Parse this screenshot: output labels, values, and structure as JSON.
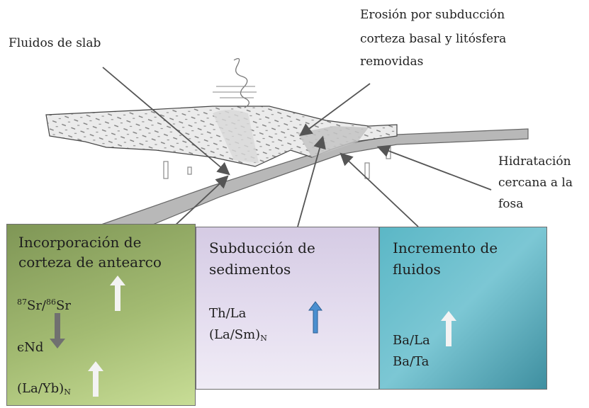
{
  "labels": {
    "slab_fluids": "Fluidos de slab",
    "erosion_line1": "Erosión por subducción",
    "erosion_line2": "corteza basal y  litósfera",
    "erosion_line3": "removidas",
    "hydration_line1": "Hidratación",
    "hydration_line2": "cercana a la",
    "hydration_line3": "fosa"
  },
  "boxes": [
    {
      "title_line1": "Incorporación de",
      "title_line2": "corteza de antearco",
      "proxies": [
        {
          "prefix_sup": "87",
          "mid": "Sr/",
          "mid_sup": "86",
          "suffix": "Sr",
          "trend": "up"
        },
        {
          "text": "ϵNd",
          "trend": "down"
        },
        {
          "text": "(La/Yb)",
          "sub": "N",
          "trend": "up"
        }
      ],
      "color_top": "#8a9a5b",
      "color_bottom": "#c0d690"
    },
    {
      "title_line1": "Subducción de",
      "title_line2": "sedimentos",
      "proxies": [
        {
          "text": "Th/La",
          "trend": "up"
        },
        {
          "text": "(La/Sm)",
          "sub": "N",
          "trend": "up"
        }
      ],
      "color_top": "#d2c8e2",
      "color_bottom": "#ede8f4",
      "arrow_color": "#4b8fd0"
    },
    {
      "title_line1": "Incremento de",
      "title_line2": "fluidos",
      "proxies": [
        {
          "text": "Ba/La",
          "trend": "up"
        },
        {
          "text": "Ba/Ta",
          "trend": "up"
        }
      ],
      "color_top": "#4aa6b8",
      "color_bottom": "#8ccfdc"
    }
  ]
}
